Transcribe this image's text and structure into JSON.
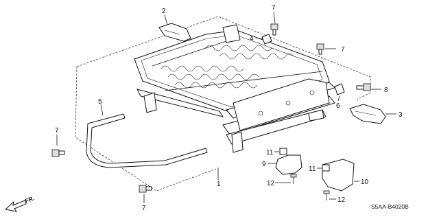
{
  "callouts": {
    "c1": "1",
    "c2": "2",
    "c3": "3",
    "c4": "4",
    "c5": "5",
    "c6": "6",
    "c7a": "7",
    "c7b": "7",
    "c7c": "7",
    "c7d": "7",
    "c8": "8",
    "c9": "9",
    "c10": "10",
    "c11a": "11",
    "c11b": "11",
    "c12a": "12",
    "c12b": "12"
  },
  "diagram_code": "S5AA-B4020B",
  "direction_label": "FR."
}
